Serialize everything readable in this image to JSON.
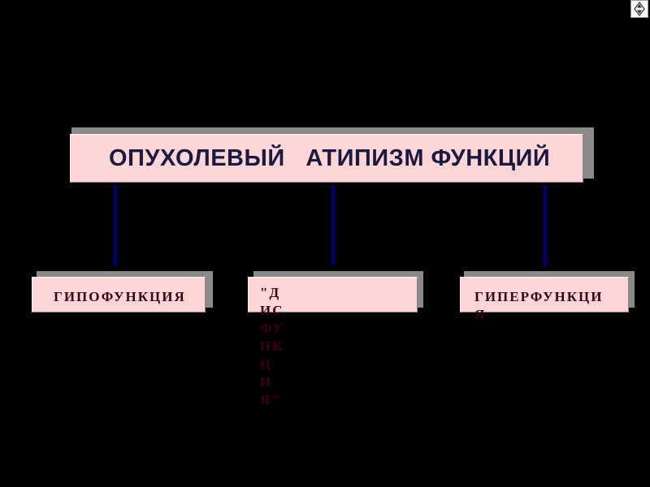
{
  "navigation": {
    "icon": "diamond-arrows-icon"
  },
  "diagram": {
    "title": "ОПУХОЛЕВЫЙ   АТИПИЗМ ФУНКЦИЙ",
    "nodes": [
      {
        "label": "ГИПОФУНКЦИЯ"
      },
      {
        "label": "\"ДИСФУНКЦИЯ\""
      },
      {
        "label": "ГИПЕРФУНКЦИЯ"
      }
    ],
    "colors": {
      "box_fill": "#ffd6d8",
      "box_shadow": "#8a8a8a",
      "title_text": "#1a1a40",
      "label_text": "#3a0010",
      "arrow": "#000066",
      "background": "#000000"
    }
  }
}
